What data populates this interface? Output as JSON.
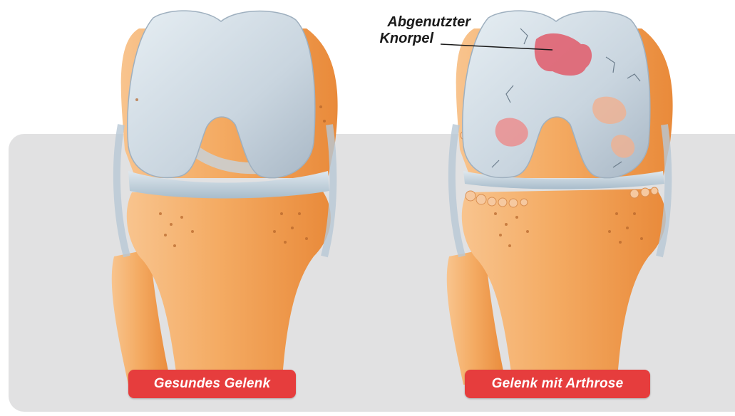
{
  "colors": {
    "background": "#ffffff",
    "panel": "#e1e1e2",
    "bone": "#f2a35a",
    "bone_light": "#f8c48e",
    "cartilage": "#c4d0da",
    "cartilage_light": "#e3ecf2",
    "ligament": "#b8c8d6",
    "lesion": "#e05a6a",
    "label_bg": "#e63d3d",
    "label_text": "#ffffff",
    "annotation_text": "#1a1a1a"
  },
  "annotation": {
    "line1": "Abgenutzter",
    "line2": "Knorpel"
  },
  "labels": {
    "healthy": "Gesundes Gelenk",
    "arthrosis": "Gelenk mit Arthrose"
  }
}
